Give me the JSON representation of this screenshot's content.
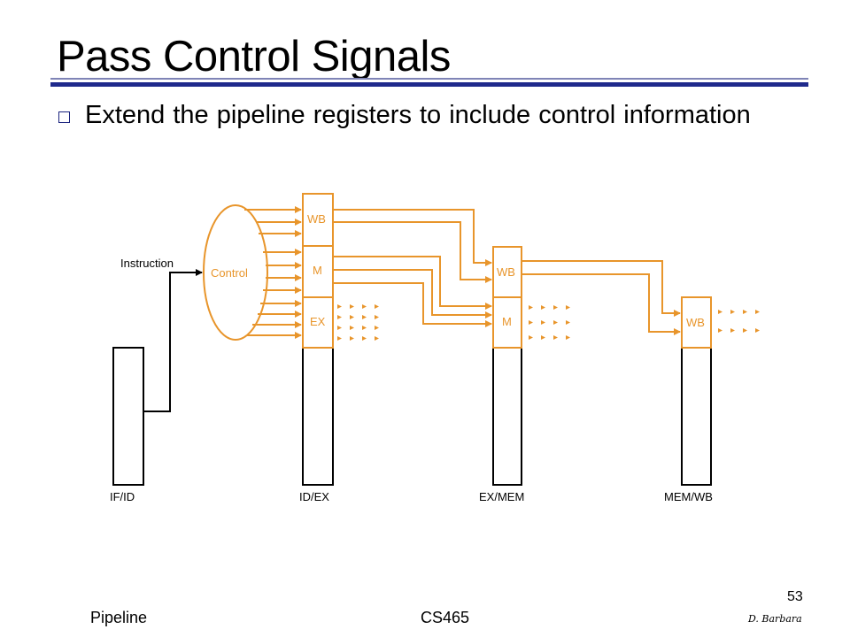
{
  "slide": {
    "title": "Pass Control Signals",
    "bullets": [
      "Extend the pipeline registers to include control information"
    ]
  },
  "diagram": {
    "input_label": "Instruction",
    "control_label": "Control",
    "register_labels": [
      "IF/ID",
      "ID/EX",
      "EX/MEM",
      "MEM/WB"
    ],
    "idex_fields": [
      "WB",
      "M",
      "EX"
    ],
    "exmem_fields": [
      "WB",
      "M"
    ],
    "memwb_fields": [
      "WB"
    ],
    "colors": {
      "control": "#e8952b",
      "register": "#000000"
    }
  },
  "footer": {
    "left": "Pipeline",
    "center": "CS465",
    "page": "53",
    "author": "D. Barbara"
  }
}
